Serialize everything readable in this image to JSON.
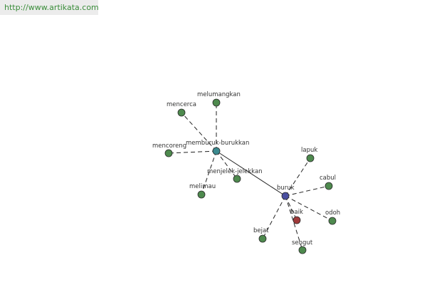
{
  "header": {
    "url_text": "http://www.artikata.com"
  },
  "colors": {
    "background": "#ffffff",
    "url_bar": "#ececec",
    "url_text": "#3a8d3a",
    "edge": "#222222",
    "leaf_node": "#4e8a4e",
    "hub_teal": "#3b8a8f",
    "hub_blue": "#4a4fa0",
    "antonym_node": "#a03a3a"
  },
  "graph": {
    "nodes": [
      {
        "id": "memburuk-burukkan",
        "label": "memburuk-burukkan",
        "kind": "hub_teal"
      },
      {
        "id": "buruk",
        "label": "buruk",
        "kind": "hub_blue"
      },
      {
        "id": "melumangkan",
        "label": "melumangkan",
        "kind": "leaf_node"
      },
      {
        "id": "mencerca",
        "label": "mencerca",
        "kind": "leaf_node"
      },
      {
        "id": "mencoreng",
        "label": "mencoreng",
        "kind": "leaf_node"
      },
      {
        "id": "menjelek-jelekkan",
        "label": "menjelek-jelekkan",
        "kind": "leaf_node"
      },
      {
        "id": "melimau",
        "label": "melimau",
        "kind": "leaf_node"
      },
      {
        "id": "lapuk",
        "label": "lapuk",
        "kind": "leaf_node"
      },
      {
        "id": "cabul",
        "label": "cabul",
        "kind": "leaf_node"
      },
      {
        "id": "odoh",
        "label": "odoh",
        "kind": "leaf_node"
      },
      {
        "id": "baik",
        "label": "baik",
        "kind": "antonym_node"
      },
      {
        "id": "sengut",
        "label": "sengut",
        "kind": "leaf_node"
      },
      {
        "id": "bejat",
        "label": "bejat",
        "kind": "leaf_node"
      }
    ],
    "edges": [
      {
        "from": "memburuk-burukkan",
        "to": "buruk",
        "style": "solid"
      },
      {
        "from": "memburuk-burukkan",
        "to": "melumangkan",
        "style": "dashed"
      },
      {
        "from": "memburuk-burukkan",
        "to": "mencerca",
        "style": "dashed"
      },
      {
        "from": "memburuk-burukkan",
        "to": "mencoreng",
        "style": "dashed"
      },
      {
        "from": "memburuk-burukkan",
        "to": "menjelek-jelekkan",
        "style": "dashed"
      },
      {
        "from": "memburuk-burukkan",
        "to": "melimau",
        "style": "dashed"
      },
      {
        "from": "buruk",
        "to": "lapuk",
        "style": "dashed"
      },
      {
        "from": "buruk",
        "to": "cabul",
        "style": "dashed"
      },
      {
        "from": "buruk",
        "to": "odoh",
        "style": "dashed"
      },
      {
        "from": "buruk",
        "to": "baik",
        "style": "dashed"
      },
      {
        "from": "buruk",
        "to": "sengut",
        "style": "dashed"
      },
      {
        "from": "buruk",
        "to": "bejat",
        "style": "dashed"
      }
    ]
  }
}
